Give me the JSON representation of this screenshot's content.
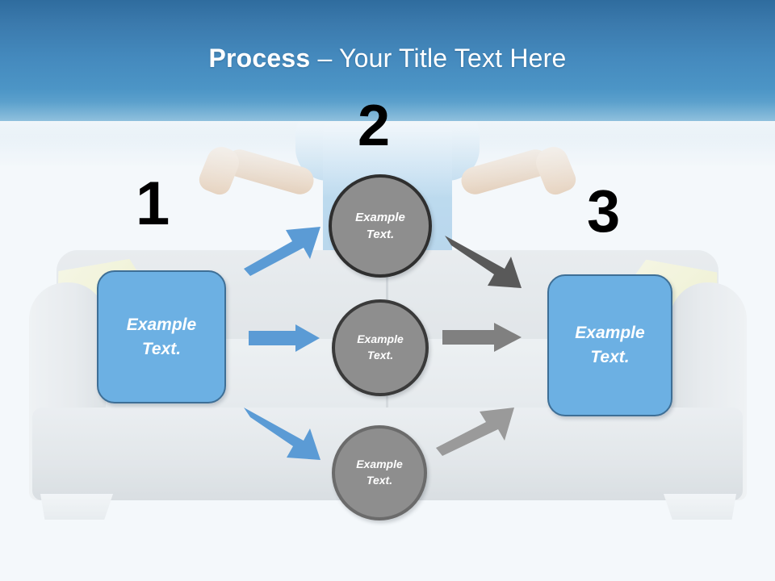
{
  "slide": {
    "title_strong": "Process",
    "title_rest": " – Your Title Text Here",
    "background_top_color": "#2f6c9e",
    "background_bottom_color": "#f4f8fb"
  },
  "photo": {
    "description": "man meditating in lotus pose on a light gray sofa",
    "shirt_color": "#a4cde9",
    "sofa_color": "#e1e5e8",
    "pillow_color": "#eff0c9"
  },
  "steps": [
    {
      "number": "1",
      "shape": "rounded-rectangle",
      "label_line1": "Example",
      "label_line2": "Text.",
      "fill": "#6cb0e3",
      "stroke": "#3e6f96"
    },
    {
      "number": "2",
      "shape": "circle-column",
      "fill": "#8e8e8e",
      "stroke": "#2f2f2f"
    },
    {
      "number": "3",
      "shape": "rounded-rectangle",
      "label_line1": "Example",
      "label_line2": "Text.",
      "fill": "#6cb0e3",
      "stroke": "#3e6f96"
    }
  ],
  "circles": [
    {
      "id": "top",
      "label_line1": "Example",
      "label_line2": "Text.",
      "fill": "#8e8e8e",
      "stroke": "#2f2f2f"
    },
    {
      "id": "middle",
      "label_line1": "Example",
      "label_line2": "Text.",
      "fill": "#8e8e8e",
      "stroke": "#3a3a3a"
    },
    {
      "id": "bottom",
      "label_line1": "Example",
      "label_line2": "Text.",
      "fill": "#8e8e8e",
      "stroke": "#6b6b6b"
    }
  ],
  "arrows": [
    {
      "id": "blue-up",
      "color": "#5b9bd5",
      "direction": "up-right",
      "from": "step-1",
      "to": "circle-top"
    },
    {
      "id": "blue-right",
      "color": "#5b9bd5",
      "direction": "right",
      "from": "step-1",
      "to": "circle-middle"
    },
    {
      "id": "blue-down",
      "color": "#5b9bd5",
      "direction": "down-right",
      "from": "step-1",
      "to": "circle-bottom"
    },
    {
      "id": "gray-down",
      "color": "#595959",
      "direction": "down-right",
      "from": "circle-top",
      "to": "step-3"
    },
    {
      "id": "gray-right",
      "color": "#808080",
      "direction": "right",
      "from": "circle-middle",
      "to": "step-3"
    },
    {
      "id": "gray-up",
      "color": "#9a9a9a",
      "direction": "up-right",
      "from": "circle-bottom",
      "to": "step-3"
    }
  ]
}
